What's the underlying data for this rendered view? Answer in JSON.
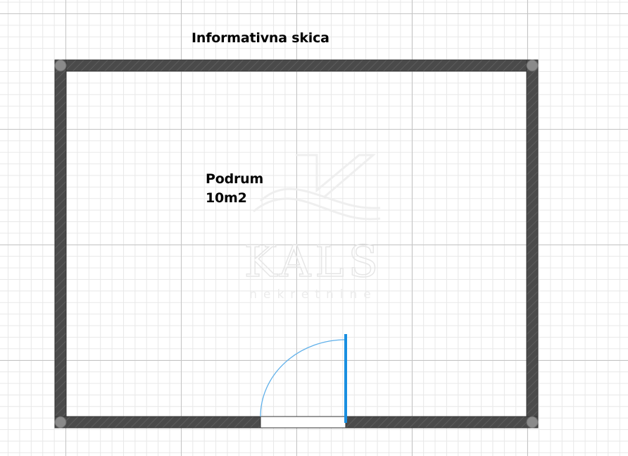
{
  "title": "Informativna skica",
  "room": {
    "name": "Podrum",
    "area": "10m2"
  },
  "watermark": {
    "brand": "KALS",
    "subtitle": "nekretnine"
  },
  "colors": {
    "wall": "#4a4a4a",
    "door": "#1a8fe0",
    "door_swing": "#5fb0ea",
    "grid_major": "#c4c4c4",
    "grid_minor": "#e8e8e8"
  }
}
